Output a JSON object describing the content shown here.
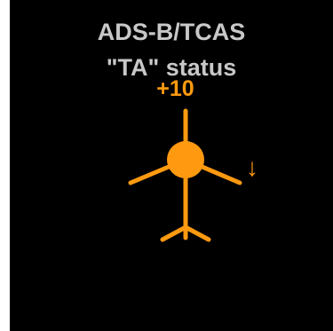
{
  "display": {
    "title_line1": "ADS-B/TCAS",
    "title_line2": "\"TA\" status"
  },
  "traffic": {
    "relative_altitude": "+10",
    "vertical_trend": "↓",
    "status": "TA",
    "symbol": "aircraft-icon"
  },
  "colors": {
    "background": "#000000",
    "title_text": "#c8c8c8",
    "traffic_advisory": "#ff9a10",
    "border": "#ffffff"
  }
}
